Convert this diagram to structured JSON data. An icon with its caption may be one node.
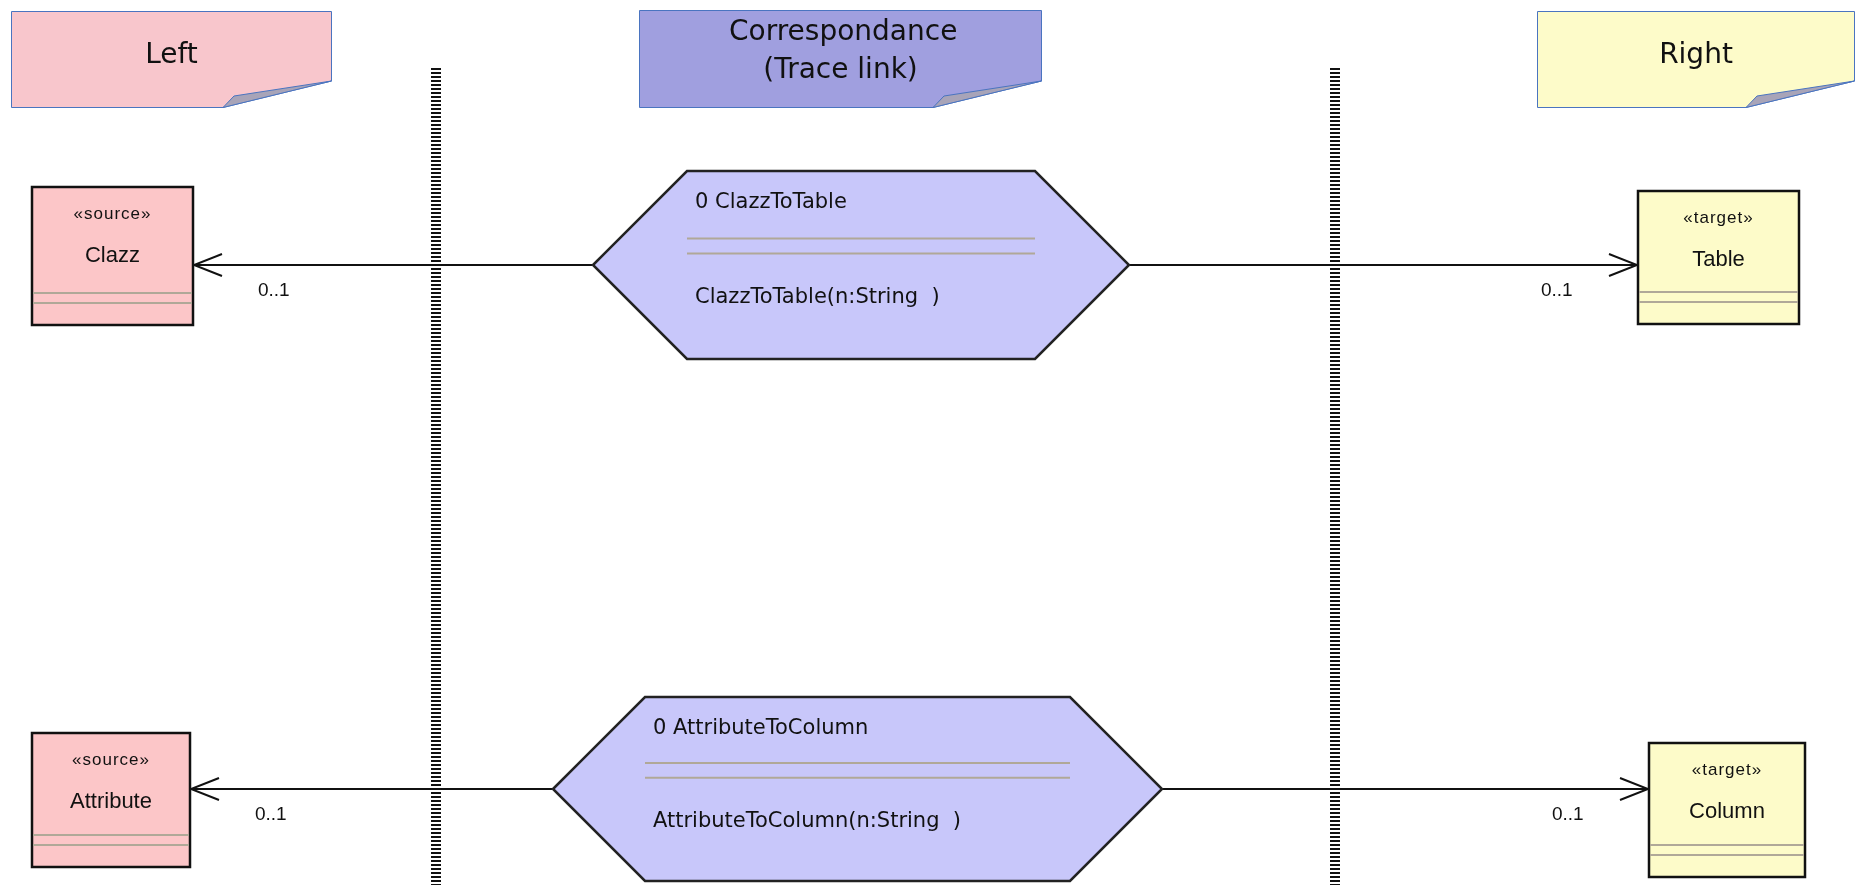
{
  "diagram": {
    "nodes": [
      {
        "text": [
          "Left"
        ]
      },
      {
        "text": [
          "Correspondance (Trace link)"
        ]
      },
      {
        "text": [
          "Right"
        ]
      },
      {
        "text": [
          "«source»",
          "Clazz"
        ]
      },
      {
        "text": [
          "0 ClazzToTable",
          "ClazzToTable(n:String  )"
        ]
      },
      {
        "text": [
          "«target»",
          "Table"
        ]
      },
      {
        "text": [
          "«source»",
          "Attribute"
        ]
      },
      {
        "text": [
          "0 AttributeToColumn",
          "AttributeToColumn(n:String  )"
        ]
      },
      {
        "text": [
          "«target»",
          "Column"
        ]
      }
    ],
    "edges": [
      {
        "from": 4,
        "to": 3,
        "arrow": "to",
        "label": "0..1"
      },
      {
        "from": 4,
        "to": 5,
        "arrow": "to",
        "label": "0..1"
      },
      {
        "from": 7,
        "to": 6,
        "arrow": "to",
        "label": "0..1"
      },
      {
        "from": 7,
        "to": 8,
        "arrow": "to",
        "label": "0..1"
      }
    ]
  }
}
